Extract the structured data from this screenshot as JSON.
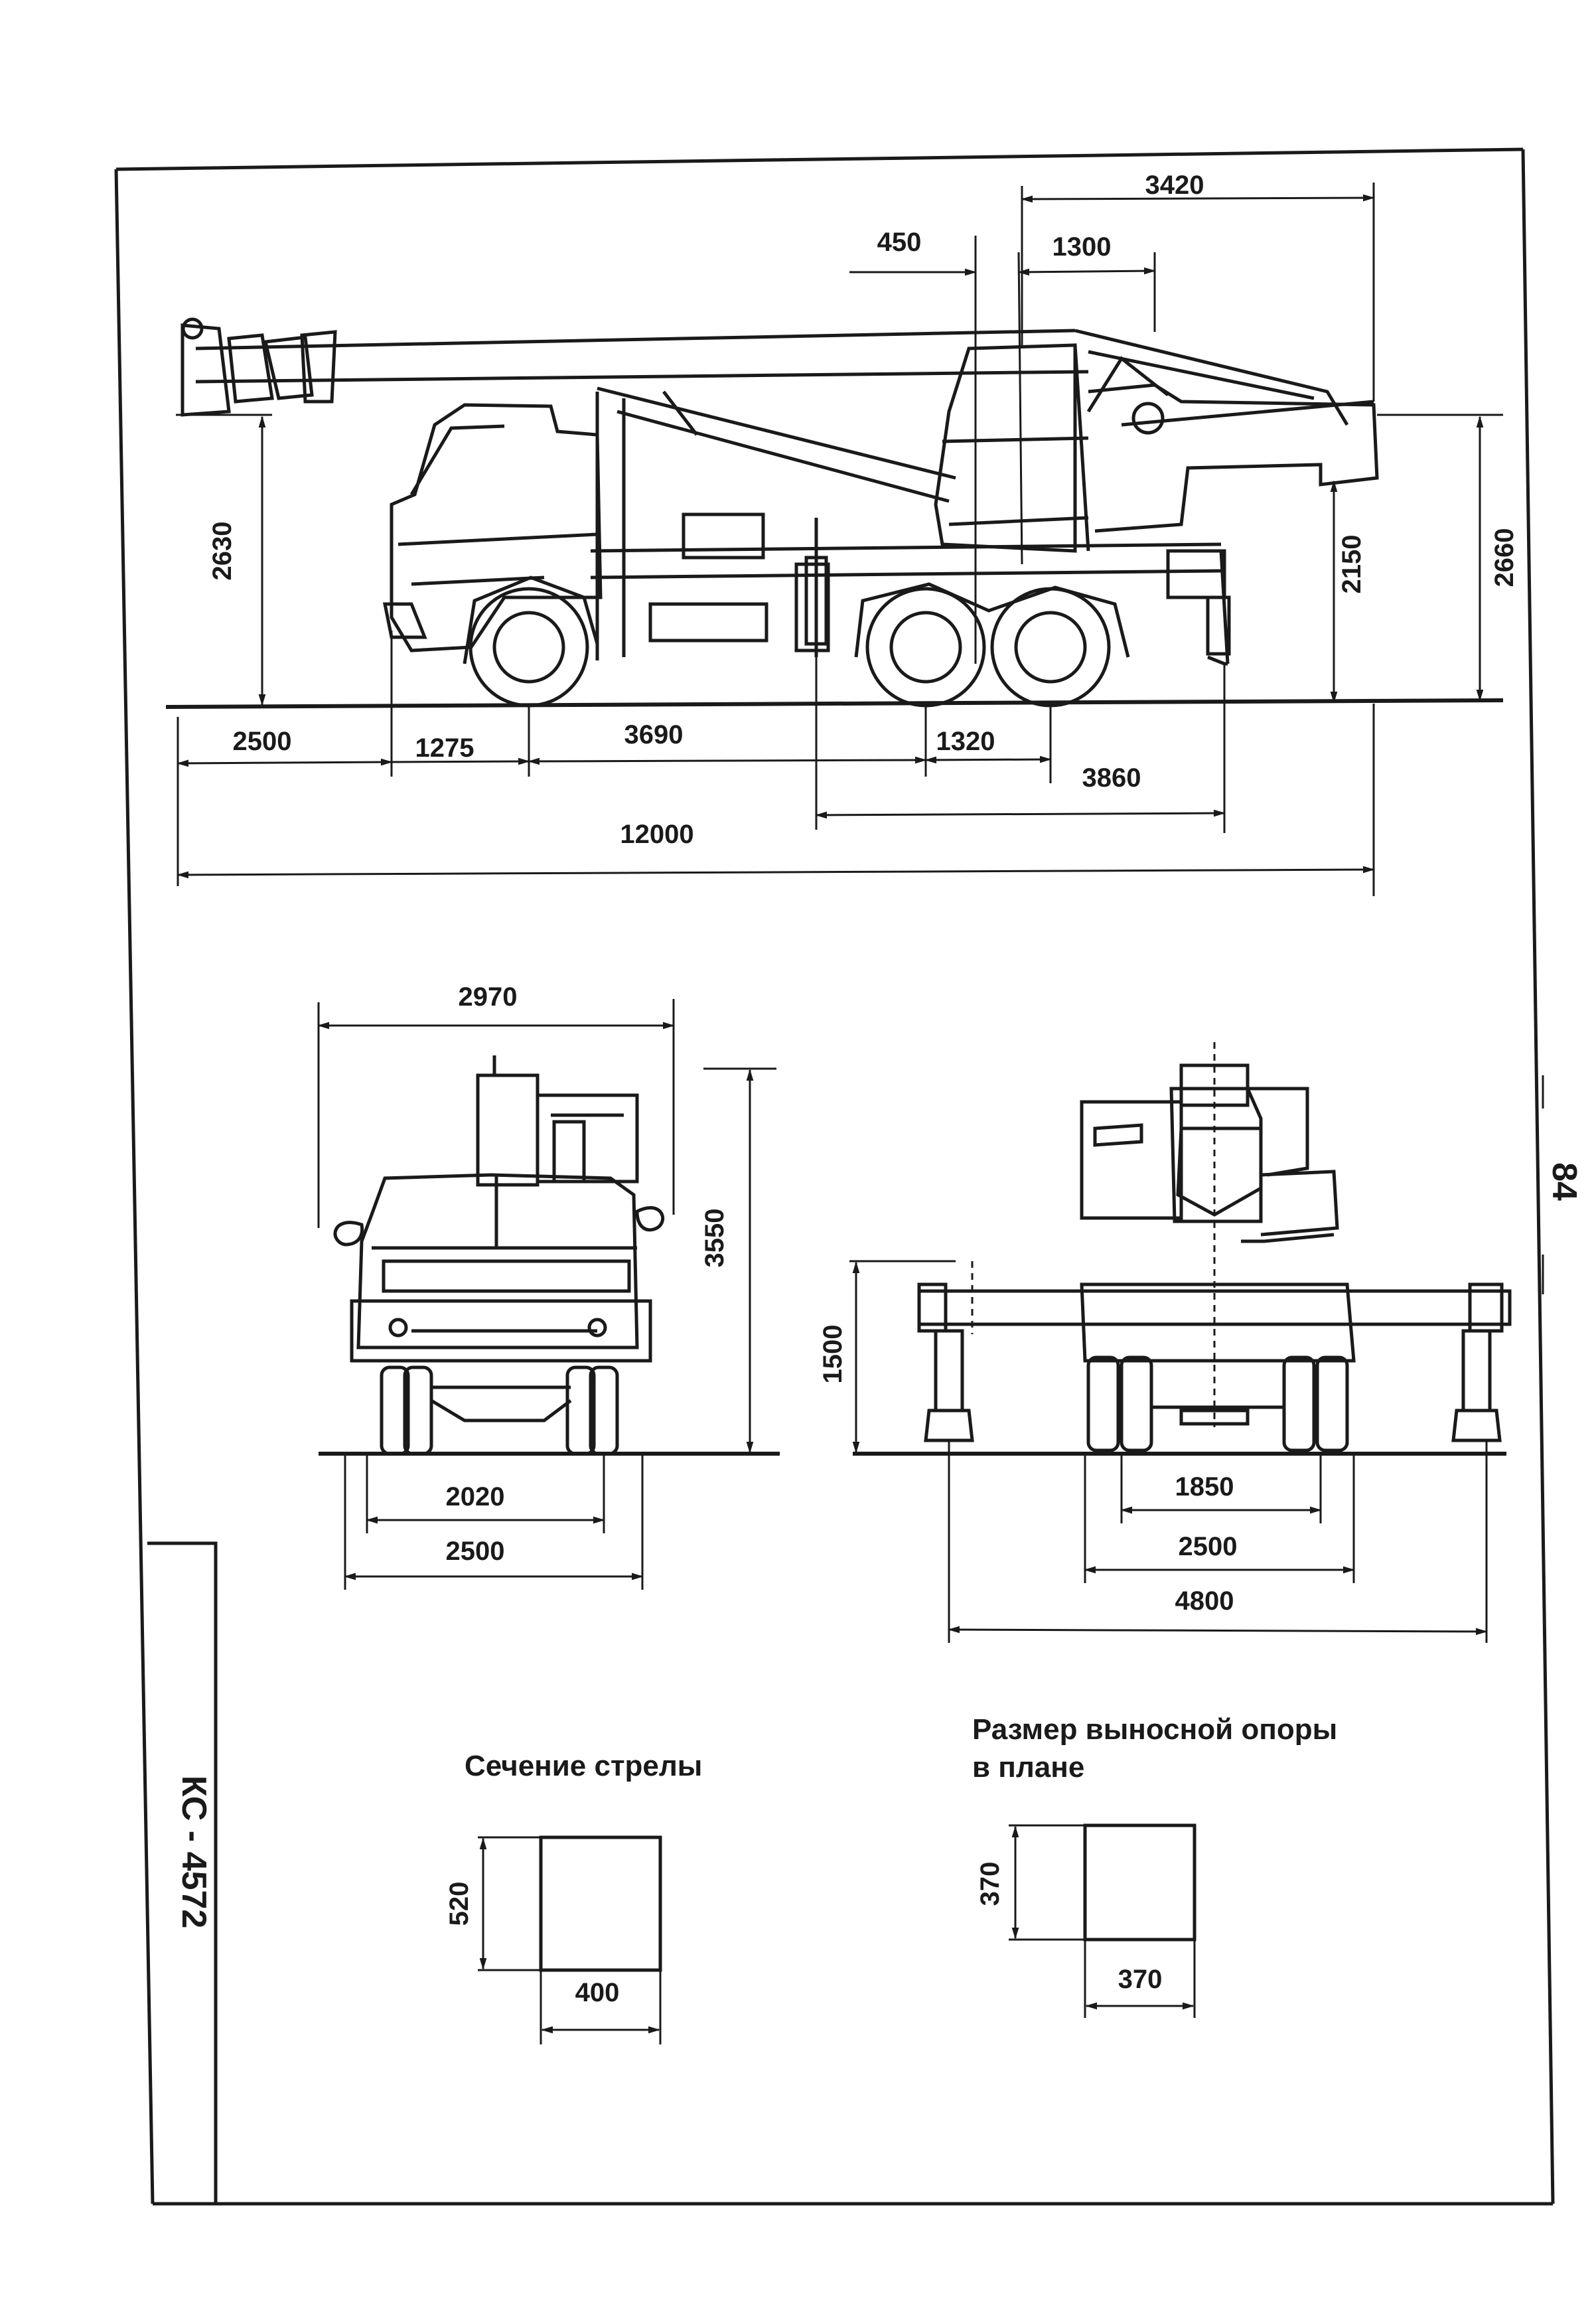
{
  "sheet": {
    "page_number": "84",
    "model": "КС - 4572"
  },
  "side_view": {
    "top_3420": "3420",
    "top_450": "450",
    "top_1300": "1300",
    "left_2630": "2630",
    "right_2150": "2150",
    "right_2660": "2660",
    "bottom_2500": "2500",
    "bottom_1275": "1275",
    "bottom_3690": "3690",
    "bottom_1320": "1320",
    "bottom_3860": "3860",
    "bottom_12000": "12000"
  },
  "front_view": {
    "width_2970": "2970",
    "height_3550": "3550",
    "track_2020": "2020",
    "width_2500": "2500"
  },
  "rear_view": {
    "height_1500": "1500",
    "track_1850": "1850",
    "width_2500": "2500",
    "outrigger_4800": "4800"
  },
  "boom_section": {
    "title": "Сечение стрелы",
    "height": "520",
    "width": "400"
  },
  "outrigger_pad": {
    "title_line1": "Размер выносной опоры",
    "title_line2": "в плане",
    "height": "370",
    "width": "370"
  }
}
